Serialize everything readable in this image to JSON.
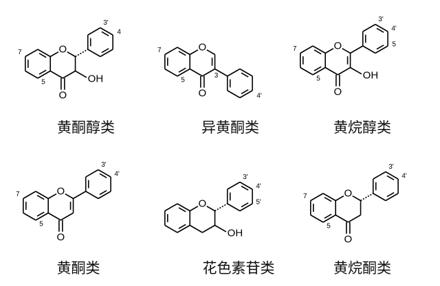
{
  "molecules": [
    {
      "caption": "黄酮醇类",
      "ring_o": "O",
      "carbonyl_o": "O",
      "oh": "OH",
      "n7": "7",
      "n5": "5",
      "n3p": "3'",
      "n4p": "4"
    },
    {
      "caption": "异黄酮类",
      "ring_o": "O",
      "carbonyl_o": "O",
      "n7": "7",
      "n5": "5",
      "n3": "3",
      "n4p": "4'"
    },
    {
      "caption": "黄烷醇类",
      "ring_o": "O",
      "carbonyl_o": "O",
      "oh": "OH",
      "n7": "7",
      "n5": "5",
      "n3p": "3'",
      "n4p": "4'",
      "n5p": "5"
    },
    {
      "caption": "黄酮类",
      "ring_o": "O",
      "carbonyl_o": "O",
      "n7": "7",
      "n5": "5",
      "n3p": "3'",
      "n4p": "4'"
    },
    {
      "caption": "花色素苷类",
      "ring_o": "O",
      "oh": "OH",
      "n3p": "3'",
      "n4p": "4'",
      "n5p": "5'"
    },
    {
      "caption": "黄烷酮类",
      "ring_o": "O",
      "carbonyl_o": "O",
      "n7": "7",
      "n5": "5",
      "n3p": "3'",
      "n4p": "4'"
    }
  ]
}
